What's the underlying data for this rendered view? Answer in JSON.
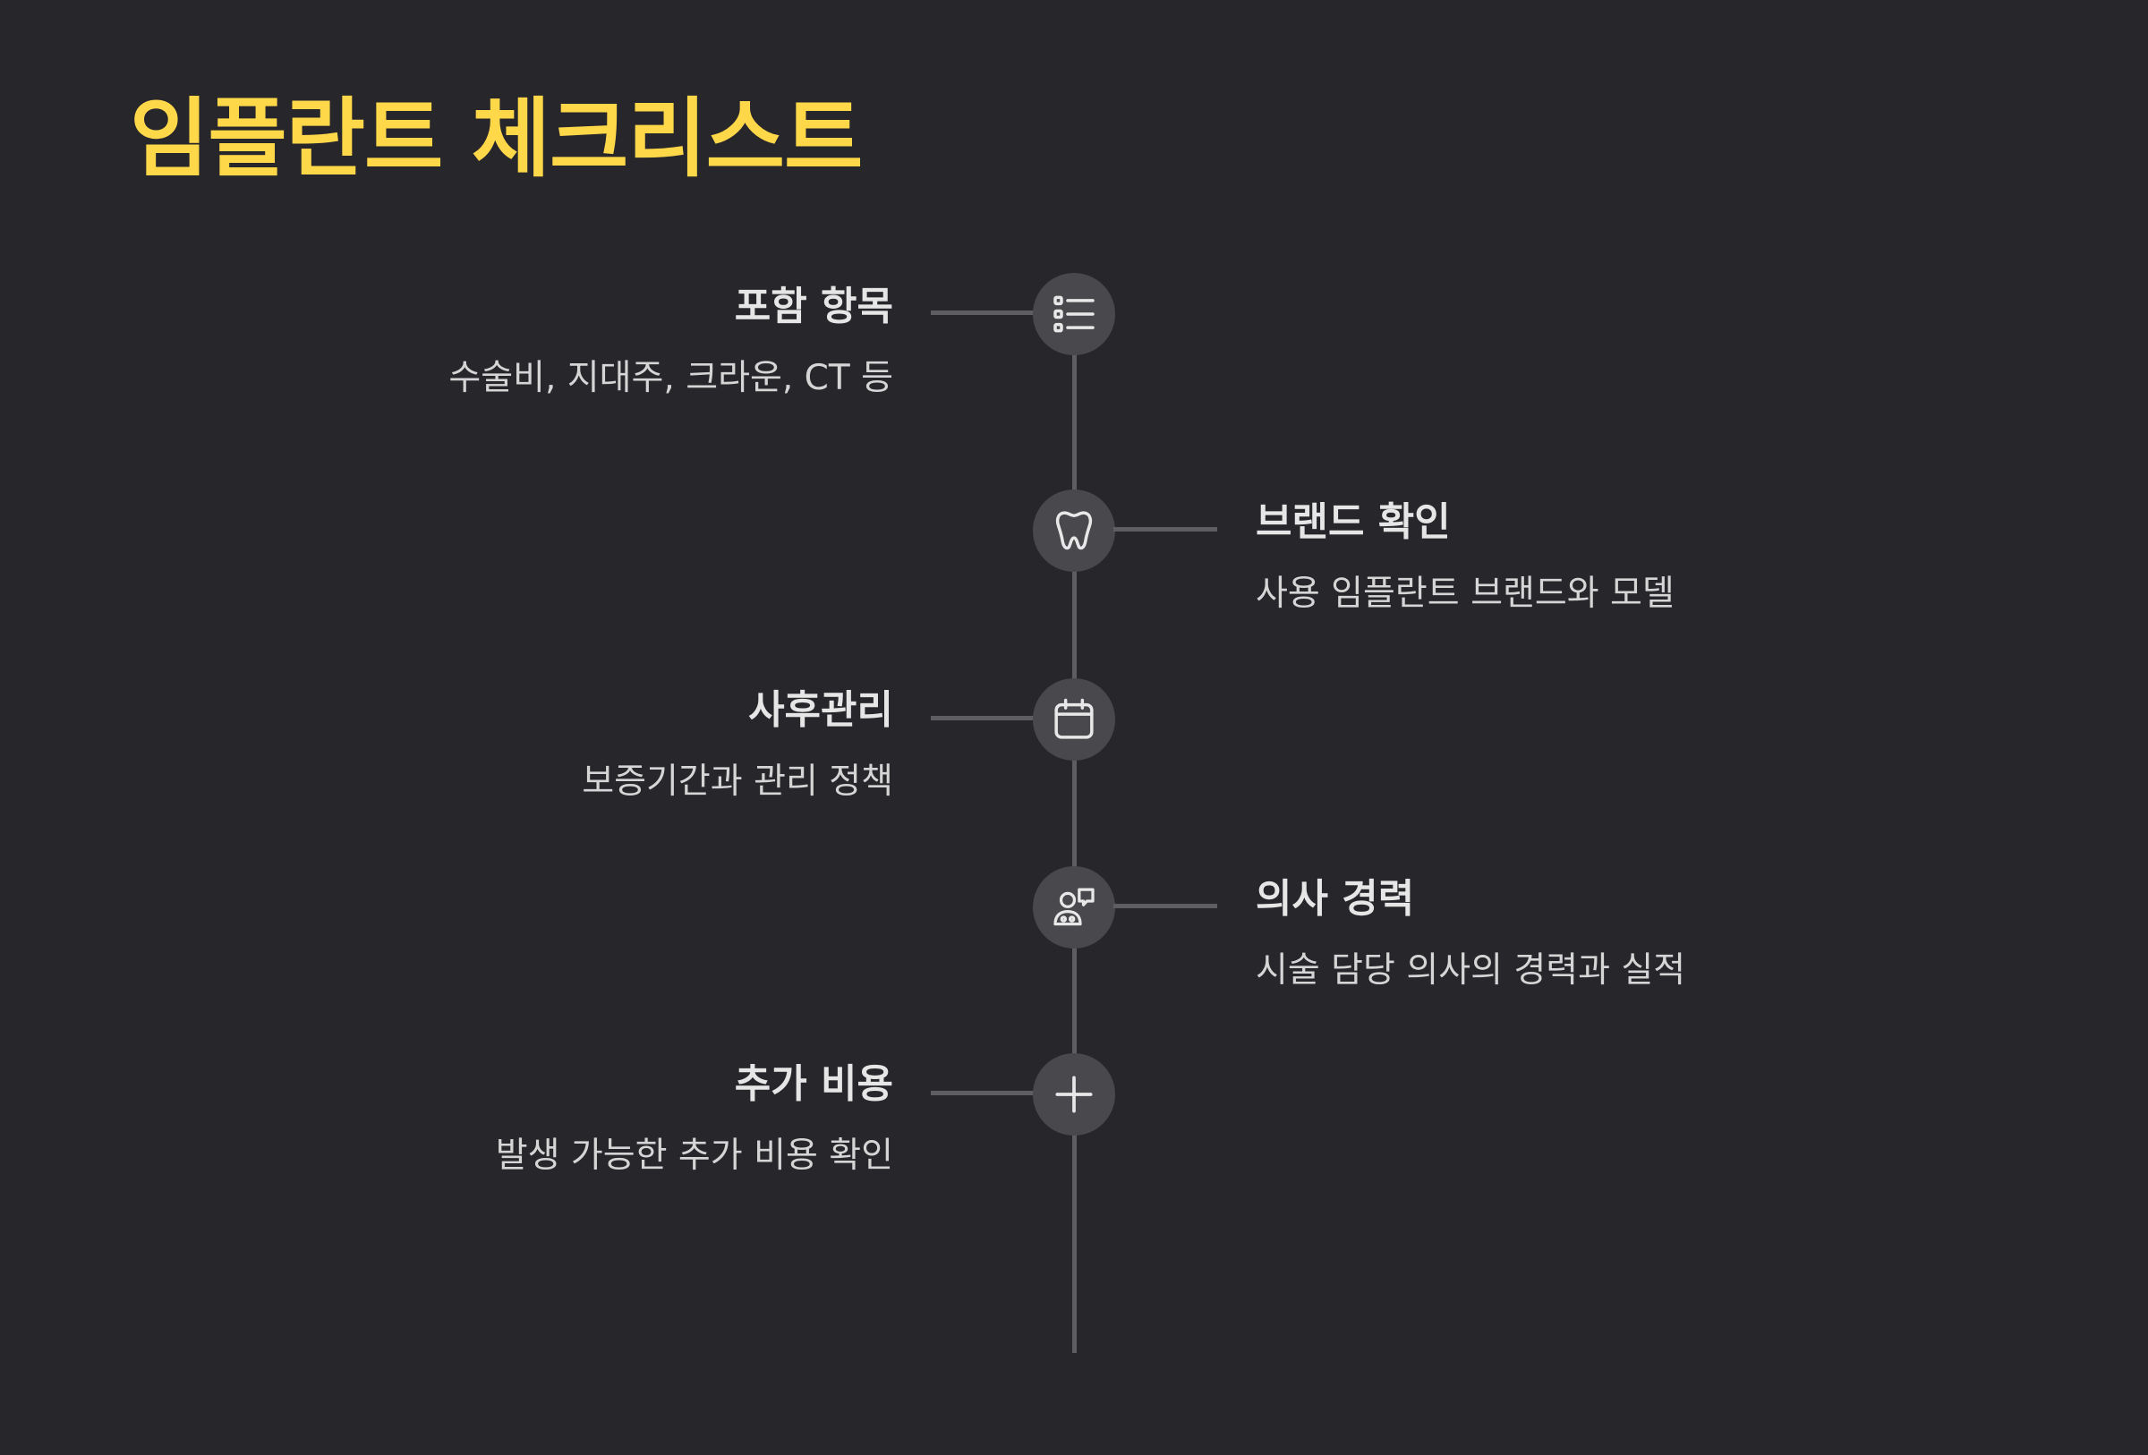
{
  "title": "임플란트 체크리스트",
  "colors": {
    "background": "#26262b",
    "accent": "#ffd84a",
    "node": "#48484d",
    "line": "#5d5d62",
    "text": "#e6e6e6"
  },
  "items": [
    {
      "title": "포함 항목",
      "description": "수술비, 지대주, 크라운, CT 등",
      "icon": "list-icon"
    },
    {
      "title": "브랜드 확인",
      "description": "사용 임플란트 브랜드와 모델",
      "icon": "tooth-icon"
    },
    {
      "title": "사후관리",
      "description": "보증기간과 관리 정책",
      "icon": "calendar-icon"
    },
    {
      "title": "의사 경력",
      "description": "시술 담당 의사의 경력과 실적",
      "icon": "doctor-icon"
    },
    {
      "title": "추가 비용",
      "description": "발생 가능한 추가 비용 확인",
      "icon": "plus-icon"
    }
  ]
}
